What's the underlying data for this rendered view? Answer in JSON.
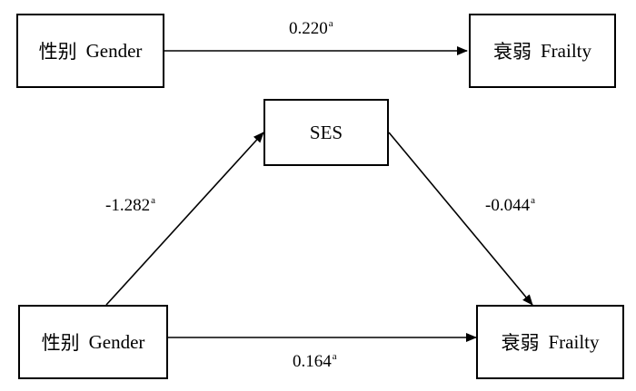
{
  "total_effect": {
    "source": {
      "zh": "性别",
      "en": "Gender"
    },
    "target": {
      "zh": "衰弱",
      "en": "Frailty"
    },
    "coef": {
      "value": "0.220",
      "sup": "a"
    }
  },
  "mediation": {
    "mediator": {
      "label": "SES"
    },
    "source": {
      "zh": "性别",
      "en": "Gender"
    },
    "target": {
      "zh": "衰弱",
      "en": "Frailty"
    },
    "path_a": {
      "value": "-1.282",
      "sup": "a"
    },
    "path_b": {
      "value": "-0.044",
      "sup": "a"
    },
    "path_c_prime": {
      "value": "0.164",
      "sup": "a"
    }
  },
  "colors": {
    "stroke": "#000000",
    "background": "#ffffff"
  }
}
